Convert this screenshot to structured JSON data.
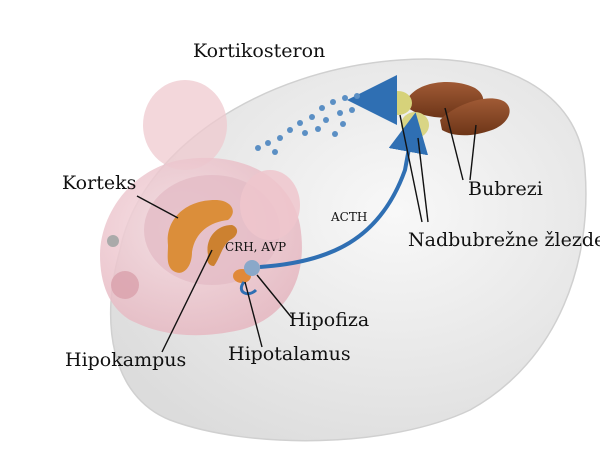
{
  "labels": {
    "kortikosteron": "Kortikosteron",
    "korteks": "Korteks",
    "bubrezi": "Bubrezi",
    "acth": "ACTH",
    "nadbubrezne": "Nadbubrežne žlezde",
    "crh_avp": "CRH, AVP",
    "hipofiza": "Hipofiza",
    "hipokampus": "Hipokampus",
    "hipotalamus": "Hipotalamus"
  },
  "colors": {
    "body": "#ececec",
    "body_edge": "#c9c9c9",
    "head": "#efc9cf",
    "brain": "#e2b7c0",
    "hippocampus": "#d9882a",
    "arrow": "#2f6fb3",
    "kidney": "#8a4a2b",
    "adrenal": "#d6d27a",
    "dots": "#5b8fc4"
  }
}
